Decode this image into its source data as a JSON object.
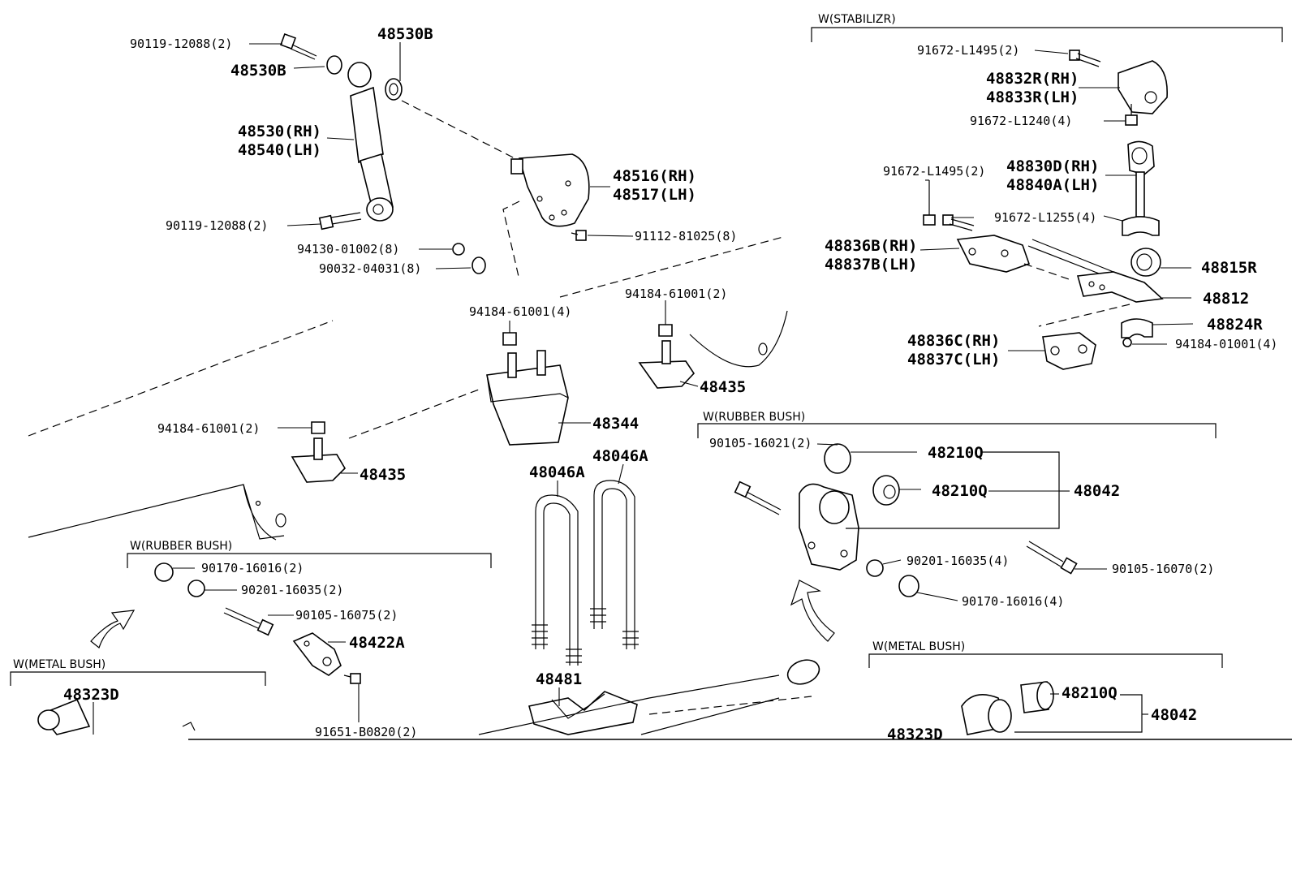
{
  "groups": {
    "stabilizer": "W(STABILIZR)",
    "rubber_bush_left": "W(RUBBER BUSH)",
    "rubber_bush_right": "W(RUBBER BUSH)",
    "metal_bush_left": "W(METAL BUSH)",
    "metal_bush_right": "W(METAL BUSH)"
  },
  "labels": {
    "b90119_12088_top": "90119-12088(2)",
    "p48530B_top": "48530B",
    "p48530B_left": "48530B",
    "p48530_rh": "48530(RH)",
    "p48540_lh": "48540(LH)",
    "b90119_12088_bottom": "90119-12088(2)",
    "n94130_01002": "94130-01002(8)",
    "w90032_04031": "90032-04031(8)",
    "p48516_rh": "48516(RH)",
    "p48517_lh": "48517(LH)",
    "b91112_81025": "91112-81025(8)",
    "n94184_61001_4": "94184-61001(4)",
    "n94184_61001_2_right": "94184-61001(2)",
    "n94184_61001_2_left": "94184-61001(2)",
    "p48435_right": "48435",
    "p48344": "48344",
    "p48435_left": "48435",
    "p48046A_left": "48046A",
    "p48046A_right": "48046A",
    "p48481": "48481",
    "n90170_16016_2": "90170-16016(2)",
    "w90201_16035_2": "90201-16035(2)",
    "b90105_16075": "90105-16075(2)",
    "p48422A": "48422A",
    "b91651_B0820": "91651-B0820(2)",
    "p48323D_left": "48323D",
    "b91672_L1495_top": "91672-L1495(2)",
    "p48832R_rh": "48832R(RH)",
    "p48833R_lh": "48833R(LH)",
    "b91672_L1240": "91672-L1240(4)",
    "b91672_L1495_mid": "91672-L1495(2)",
    "p48830D_rh": "48830D(RH)",
    "p48840A_lh": "48840A(LH)",
    "b91672_L1255": "91672-L1255(4)",
    "p48836B_rh": "48836B(RH)",
    "p48837B_lh": "48837B(LH)",
    "p48815R": "48815R",
    "p48812": "48812",
    "p48824R": "48824R",
    "p48836C_rh": "48836C(RH)",
    "p48837C_lh": "48837C(LH)",
    "n94184_01001": "94184-01001(4)",
    "b90105_16021": "90105-16021(2)",
    "p48210Q_a": "48210Q",
    "p48210Q_b": "48210Q",
    "p48042_a": "48042",
    "w90201_16035_4": "90201-16035(4)",
    "b90105_16070": "90105-16070(2)",
    "n90170_16016_4": "90170-16016(4)",
    "p48210Q_c": "48210Q",
    "p48042_b": "48042",
    "p48323D_right": "48323D"
  }
}
